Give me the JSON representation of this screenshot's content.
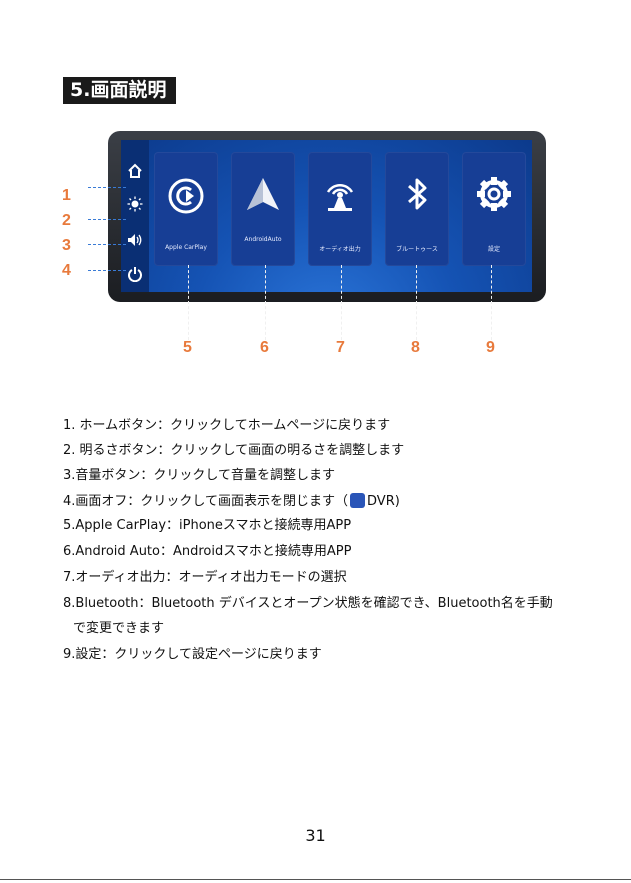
{
  "heading": "5.画面説明",
  "device": {
    "tiles": [
      {
        "label": "Apple CarPlay",
        "icon": "carplay-icon"
      },
      {
        "label": "AndroidAuto",
        "icon": "android-auto-icon"
      },
      {
        "label": "オーディオ出力",
        "icon": "audio-output-icon"
      },
      {
        "label": "ブルートゥース",
        "icon": "bluetooth-icon"
      },
      {
        "label": "設定",
        "icon": "gear-icon"
      }
    ],
    "side_icons": [
      "home-icon",
      "brightness-icon",
      "volume-icon",
      "power-icon"
    ]
  },
  "callouts": {
    "left": [
      "1",
      "2",
      "3",
      "4"
    ],
    "bottom": [
      "5",
      "6",
      "7",
      "8",
      "9"
    ]
  },
  "items": [
    "1. ホームボタン：クリックしてホームページに戻ります",
    "2. 明るさボタン：クリックして画面の明るさを調整します",
    "3.音量ボタン：クリックして音量を調整します",
    "5.Apple CarPlay：iPhoneスマホと接続専用APP",
    "6.Android Auto：Androidスマホと接続専用APP",
    "7.オーディオ出力：オーディオ出力モードの選択",
    "8.Bluetooth：Bluetooth デバイスとオープン状態を確認でき、Bluetooth名を手動",
    "で変更できます",
    "9.設定：クリックして設定ページに戻ります"
  ],
  "item4": {
    "prefix": "4.画面オフ：クリックして画面表示を閉じます（",
    "suffix": "DVR)"
  },
  "page_number": "31",
  "colors": {
    "accent": "#e87a3c",
    "screen": "#1553b4",
    "tile": "#173e95"
  }
}
